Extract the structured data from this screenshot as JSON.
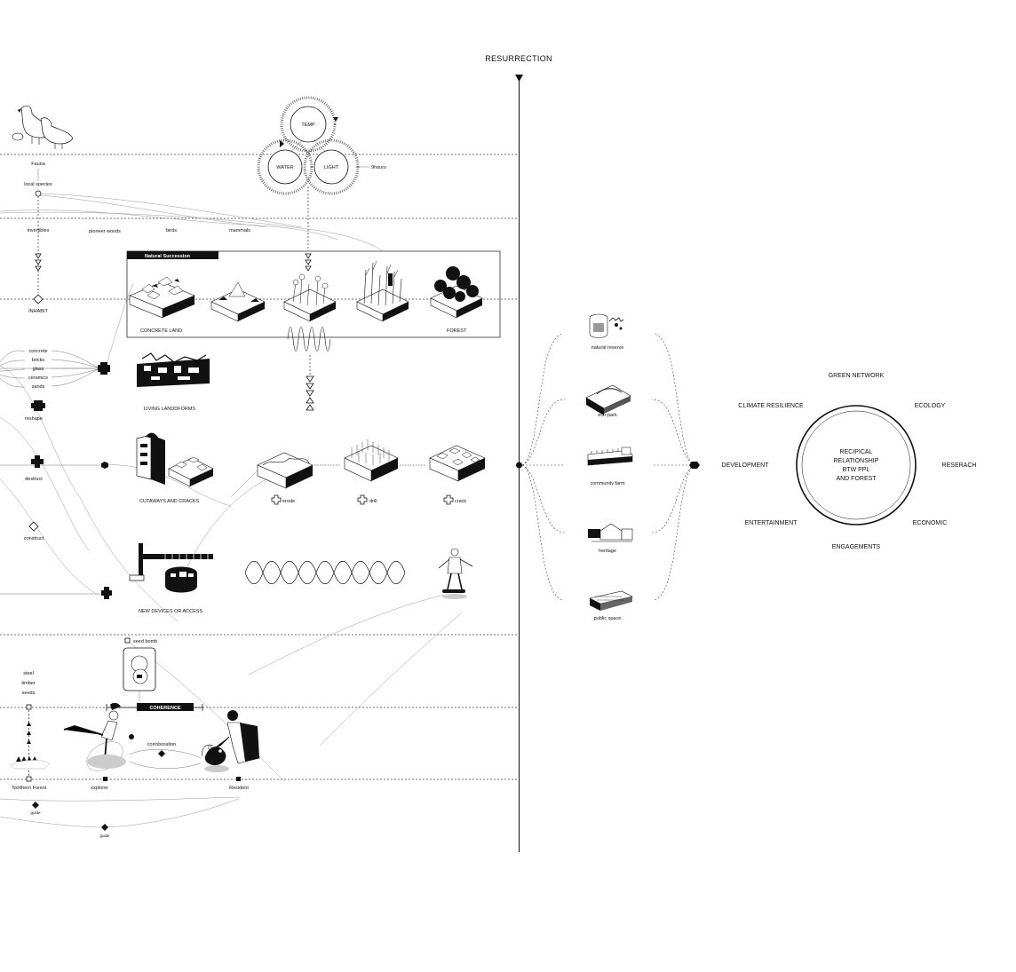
{
  "title": "RESURRECTION",
  "rows": {
    "fauna": "Fauna",
    "local_species": "local species",
    "inhabit": "INHABIT",
    "reshape": "reshape",
    "destruct": "destruct",
    "construct": "construct"
  },
  "species": [
    "invertibles",
    "pioneer woods",
    "birds",
    "mammals"
  ],
  "materials": [
    "concrete",
    "bricks",
    "glass",
    "ceramics",
    "sands"
  ],
  "climate": {
    "temp": "TEMP",
    "water": "WATER",
    "light": "LIGHT",
    "light_hours": "9hours"
  },
  "succession": {
    "title": "Natural Succession",
    "start": "CONCRETE LAND",
    "end": "FOREST"
  },
  "living_landforms": "LIVING LANDDFORMS",
  "cutaways": {
    "label": "CUTAWAYS AND CRACKS",
    "erode": "erode",
    "drill": "drill",
    "crack": "crack"
  },
  "devices": "NEW DEVICES OR ACCESS",
  "seed_bomb": "seed bomb",
  "supplies": [
    "steel",
    "timber",
    "seeds"
  ],
  "coherence": "COHERENCE",
  "corroboration": "corroboration",
  "people": {
    "northern": "Northern Forest",
    "explorer": "explorer",
    "resident": "Resident"
  },
  "guide_labels": [
    "guide",
    "guide"
  ],
  "outcomes": [
    "natural reserve",
    "eco-park",
    "community farm",
    "heritage",
    "public space"
  ],
  "relationship": {
    "center": [
      "RECIPICAL",
      "RELATIONSHIP",
      "BTW PPL",
      "AND FOREST"
    ],
    "factors": [
      "GREEN NETWORK",
      "ECOLOGY",
      "RESERACH",
      "ECONOMIC",
      "ENGAGEMENTS",
      "ENTERTAINMENT",
      "DEVELOPMENT",
      "CLIMATE RESILIENCE"
    ]
  }
}
